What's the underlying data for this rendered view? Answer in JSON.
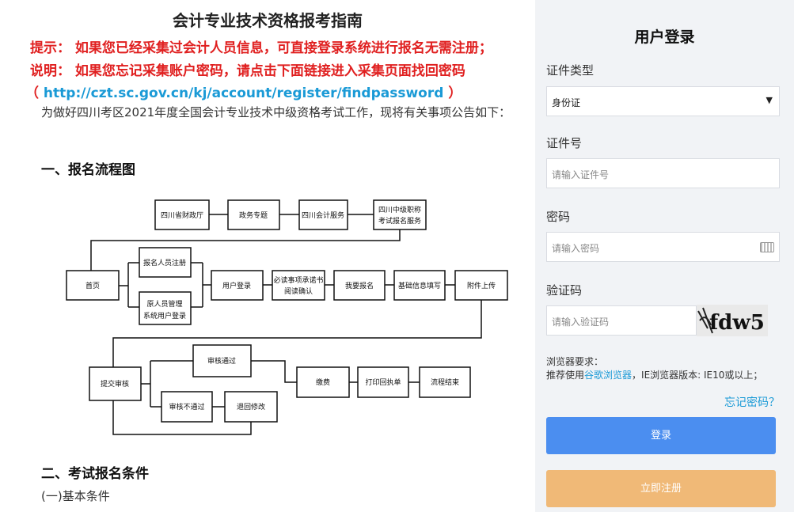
{
  "guide": {
    "title": "会计专业技术资格报考指南",
    "tip_label": "提示：",
    "tip_text": "如果您已经采集过会计人员信息，可直接登录系统进行报名无需注册；",
    "explain_label": "说明：",
    "explain_text": "如果您忘记采集账户密码，请点击下面链接进入采集页面找回密码",
    "link_open": "（",
    "link_url": "http://czt.sc.gov.cn/kj/account/register/findpassword",
    "link_close": "）",
    "intro_text": "为做好四川考区2021年度全国会计专业技术中级资格考试工作，现将有关事项公告如下：",
    "section1_heading": "一、报名流程图",
    "section2_heading": "二、考试报名条件",
    "subsection_basic": "(一)基本条件"
  },
  "flowchart": {
    "top_row": [
      "四川省财政厅",
      "政务专题",
      "四川会计服务"
    ],
    "exam_service_line1": "四川中级职称",
    "exam_service_line2": "考试报名服务",
    "home": "首页",
    "register": "报名人员注册",
    "old_mgmt_line1": "原人员管理",
    "old_mgmt_line2": "系统用户登录",
    "user_login": "用户登录",
    "commitment_line1": "必读事项承诺书",
    "commitment_line2": "阅读确认",
    "signup": "我要报名",
    "basic_info": "基础信息填写",
    "attachment": "附件上传",
    "submit_review": "提交审核",
    "approved": "审核通过",
    "rejected": "审核不通过",
    "return_edit": "退回修改",
    "pay": "缴费",
    "print_receipt": "打印回执单",
    "process_end": "流程结束"
  },
  "login": {
    "title": "用户登录",
    "id_type_label": "证件类型",
    "id_type_value": "身份证",
    "id_number_label": "证件号",
    "id_number_placeholder": "请输入证件号",
    "password_label": "密码",
    "password_placeholder": "请输入密码",
    "captcha_label": "验证码",
    "captcha_placeholder": "请输入验证码",
    "captcha_text": "fdw5",
    "browser_req_title": "浏览器要求：",
    "browser_req_prefix": "推荐使用",
    "browser_req_link": "谷歌浏览器",
    "browser_req_suffix": "，IE浏览器版本: IE10或以上；",
    "forgot_password": "忘记密码？",
    "login_button": "登录",
    "register_button": "立即注册"
  }
}
